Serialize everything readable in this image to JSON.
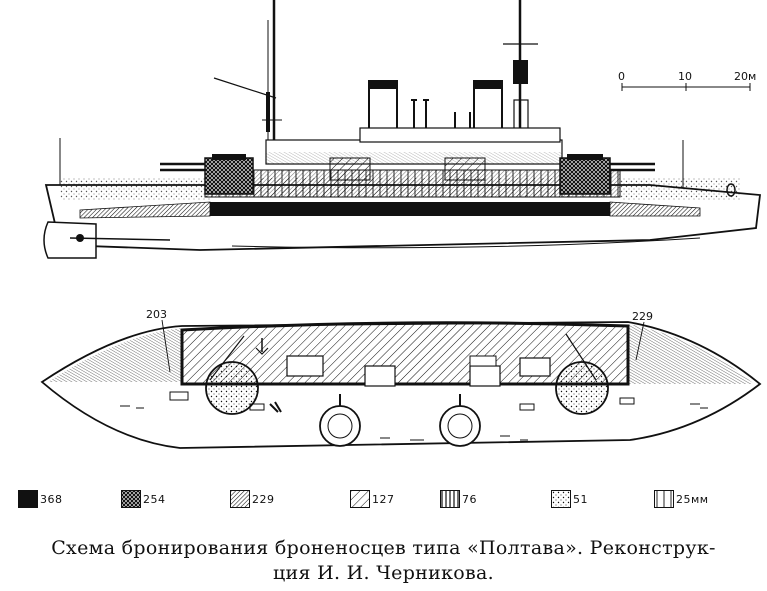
{
  "diagram": {
    "scale": {
      "ticks": [
        "0",
        "10",
        "20м"
      ]
    },
    "callouts": {
      "left": "203",
      "right": "229"
    }
  },
  "legend": {
    "items": [
      {
        "pattern": "solid",
        "label": "368"
      },
      {
        "pattern": "crosshatch",
        "label": "254"
      },
      {
        "pattern": "dense-diagonal",
        "label": "229"
      },
      {
        "pattern": "diagonal",
        "label": "127"
      },
      {
        "pattern": "vertical-bars",
        "label": "76"
      },
      {
        "pattern": "dots",
        "label": "51"
      },
      {
        "pattern": "sparse-vertical",
        "label": "25мм"
      }
    ]
  },
  "caption": {
    "line1": "Схема бронирования броненосцев типа «Полтава». Реконструк-",
    "line2": "ция И. И. Черникова."
  }
}
